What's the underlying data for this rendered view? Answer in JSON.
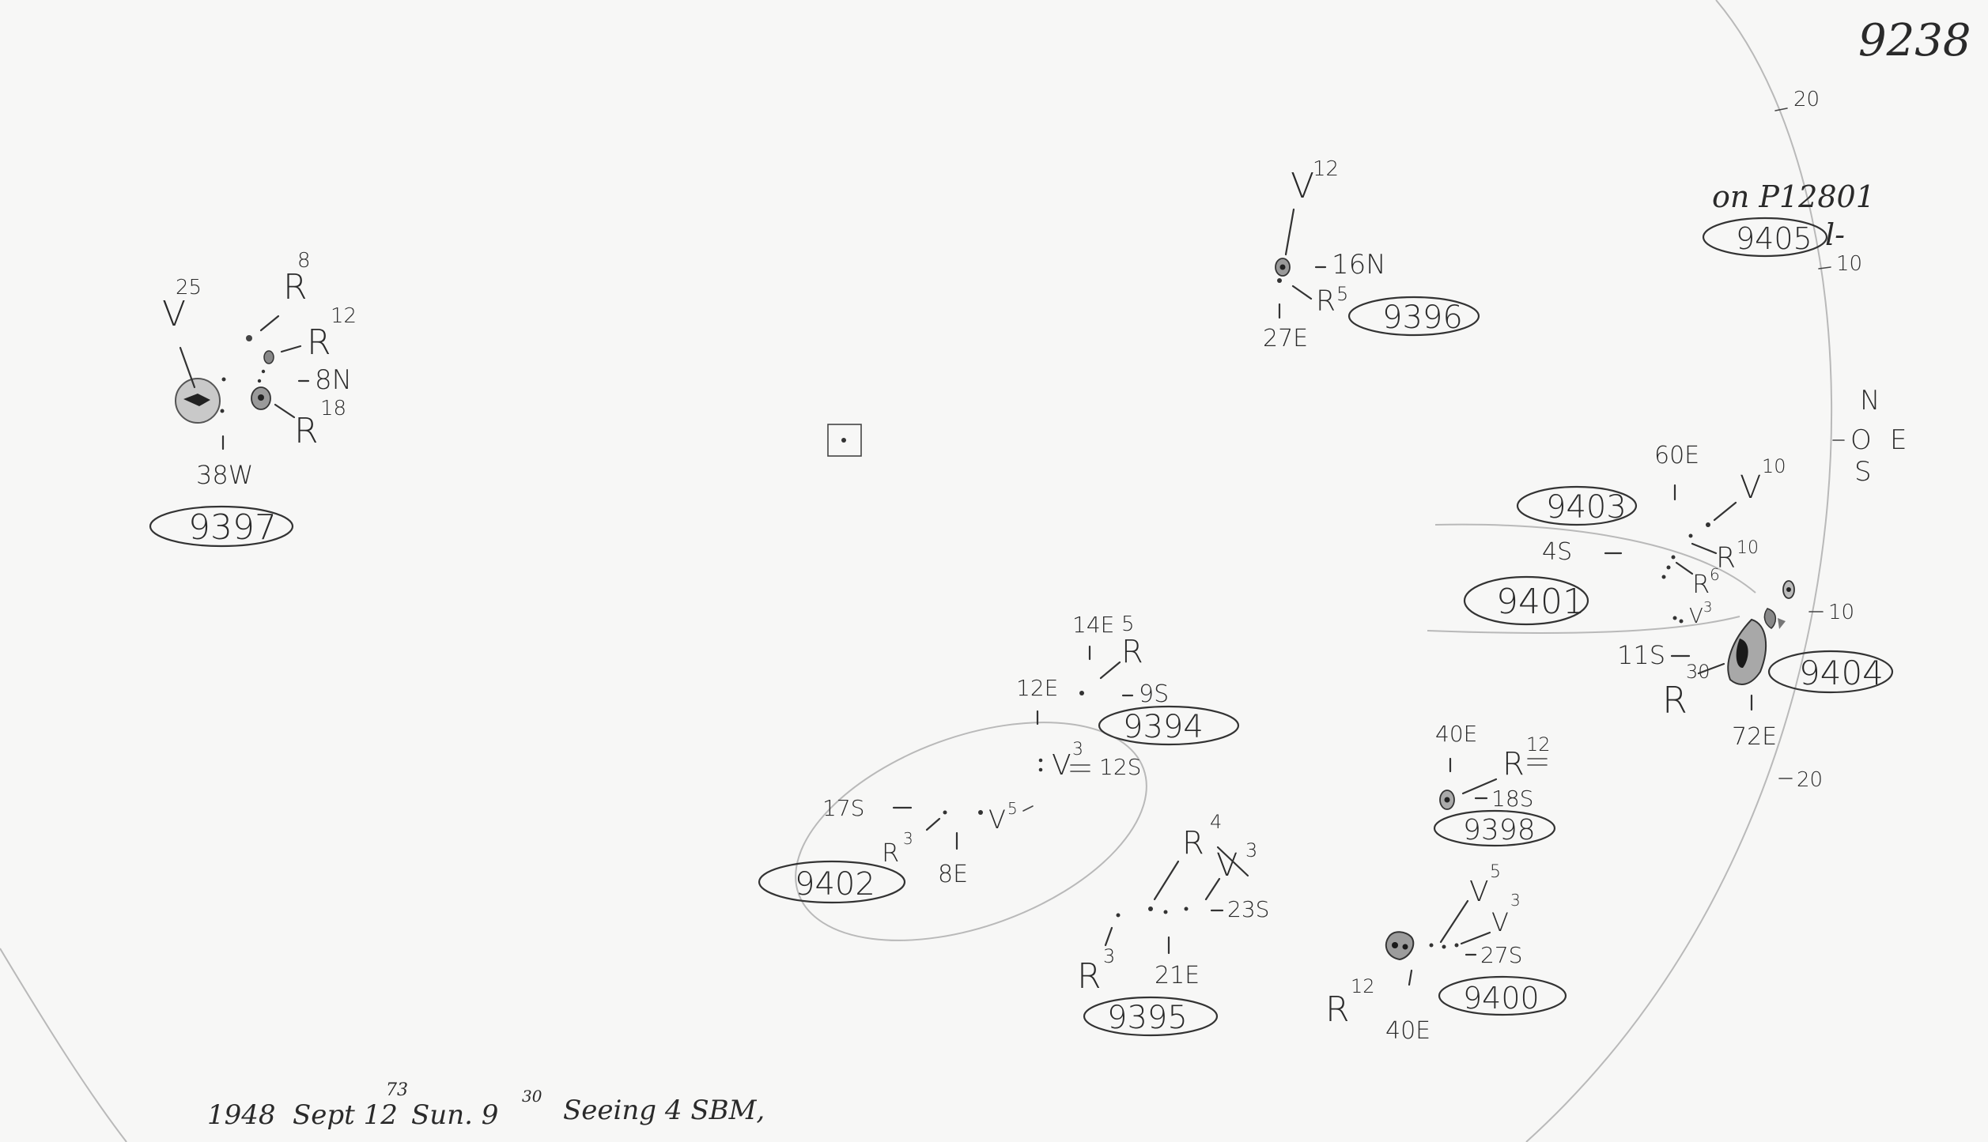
{
  "sheet": {
    "plate_number": "9238",
    "caption": "1948 Sept 12 73 Sun. 9 30 Seeing 4 SBM,",
    "caption_parts": {
      "year": "1948",
      "date": "Sept 12",
      "sup_date": "73",
      "rest1": "Sun. 9",
      "sup_time": "30",
      "rest2": "Seeing 4 SBM,"
    },
    "plate_ref": "on P12801",
    "plate_ref_suffix": "l-",
    "direction": {
      "n": "N",
      "e": "E",
      "s": "S",
      "o": "O"
    },
    "limb_ticks": [
      "20",
      "10",
      "10",
      "20"
    ]
  },
  "regions": {
    "r9397": {
      "id": "9397",
      "v": "V",
      "v_sup": "25",
      "r1": "R",
      "r1_sup": "8",
      "r2": "R",
      "r2_sup": "12",
      "r3": "R",
      "r3_sup": "18",
      "lat": "8N",
      "lon": "38W"
    },
    "r9396": {
      "id": "9396",
      "v": "V",
      "v_sup": "12",
      "r": "R",
      "r_sup": "5",
      "lat": "16N",
      "lon": "27E"
    },
    "r9405": {
      "id": "9405"
    },
    "r9403": {
      "id": "9403",
      "lon": "60E",
      "v": "V",
      "v_sup": "10",
      "r": "R",
      "r_sup": "10"
    },
    "r9401": {
      "id": "9401",
      "lat": "4S",
      "r": "R",
      "r_sup": "6",
      "v": "V",
      "v_sup": "3"
    },
    "r9404": {
      "id": "9404",
      "lat": "11S",
      "r": "R",
      "r_sup": "30",
      "lon": "72E"
    },
    "r9394": {
      "id": "9394",
      "lon1": "14E",
      "r": "R",
      "r_sup": "5",
      "lon2": "12E",
      "lat": "9S"
    },
    "r9402": {
      "id": "9402",
      "v": "V",
      "v_sup": "3",
      "lat1": "12S",
      "lat2": "17S",
      "r": "R",
      "r_sup": "3",
      "v2": "V",
      "v2_sup": "5",
      "lon": "8E"
    },
    "r9395": {
      "id": "9395",
      "r1": "R",
      "r1_sup": "4",
      "v": "V",
      "v_sup": "3",
      "lat": "23S",
      "r2": "R",
      "r2_sup": "3",
      "lon": "21E"
    },
    "r9398": {
      "id": "9398",
      "lon": "40E",
      "r": "R",
      "r_sup": "12",
      "lat": "18S"
    },
    "r9400": {
      "id": "9400",
      "v1": "V",
      "v1_sup": "5",
      "v2": "V",
      "v2_sup": "3",
      "lat": "27S",
      "r": "R",
      "r_sup": "12",
      "lon": "40E"
    }
  }
}
